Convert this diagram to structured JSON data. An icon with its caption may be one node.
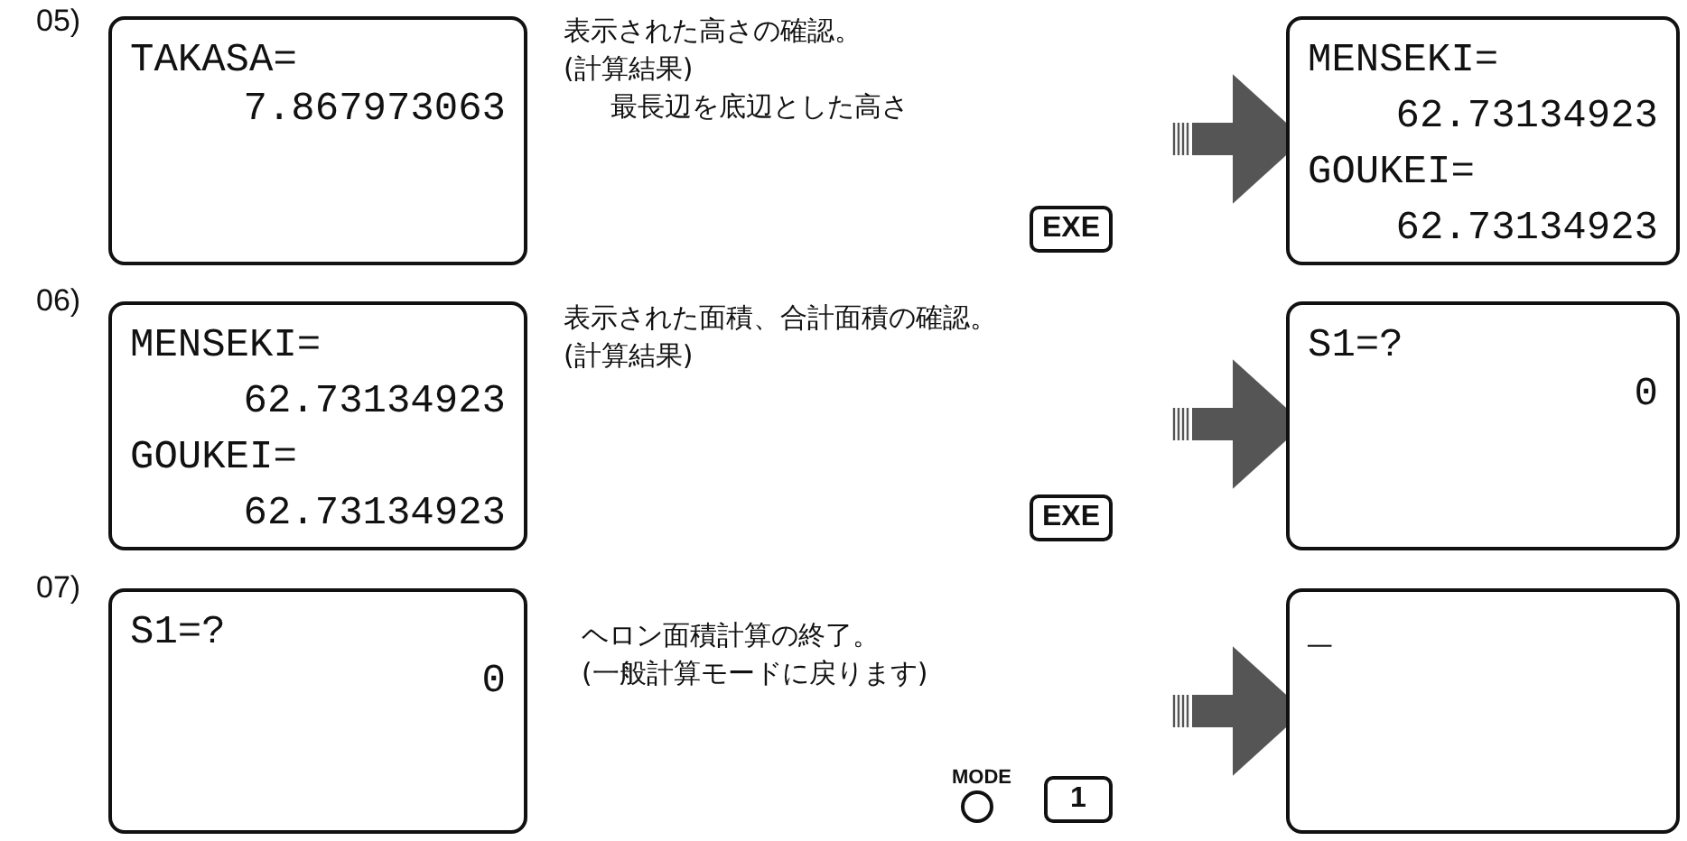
{
  "diagram": {
    "nodes": [
      {
        "text": [
          "TAKASA=",
          "7.867973063"
        ]
      },
      {
        "text": [
          "EXE"
        ]
      },
      {
        "text": [
          "MENSEKI=",
          "62.73134923",
          "GOUKEI=",
          "62.73134923"
        ]
      },
      {
        "text": [
          "MENSEKI=",
          "62.73134923",
          "GOUKEI=",
          "62.73134923"
        ]
      },
      {
        "text": [
          "EXE"
        ]
      },
      {
        "text": [
          "S1=?",
          "0"
        ]
      },
      {
        "text": [
          "S1=?",
          "0"
        ]
      },
      {
        "text": [],
        "shape": "circle",
        "beside": [
          "MODE"
        ]
      },
      {
        "text": [
          "1"
        ]
      },
      {
        "text": [
          "_"
        ]
      }
    ],
    "edges": [
      {
        "from": null,
        "to": 2,
        "arrow": "to"
      },
      {
        "from": null,
        "to": 5,
        "arrow": "to"
      },
      {
        "from": null,
        "to": 9,
        "arrow": "to"
      }
    ],
    "labels": [
      "05)",
      "表示された高さの確認。",
      "(計算結果)",
      "最長辺を底辺とした高さ",
      "06)",
      "表示された面積、合計面積の確認。",
      "(計算結果)",
      "07)",
      "ヘロン面積計算の終了。",
      "(一般計算モードに戻ります)"
    ]
  }
}
